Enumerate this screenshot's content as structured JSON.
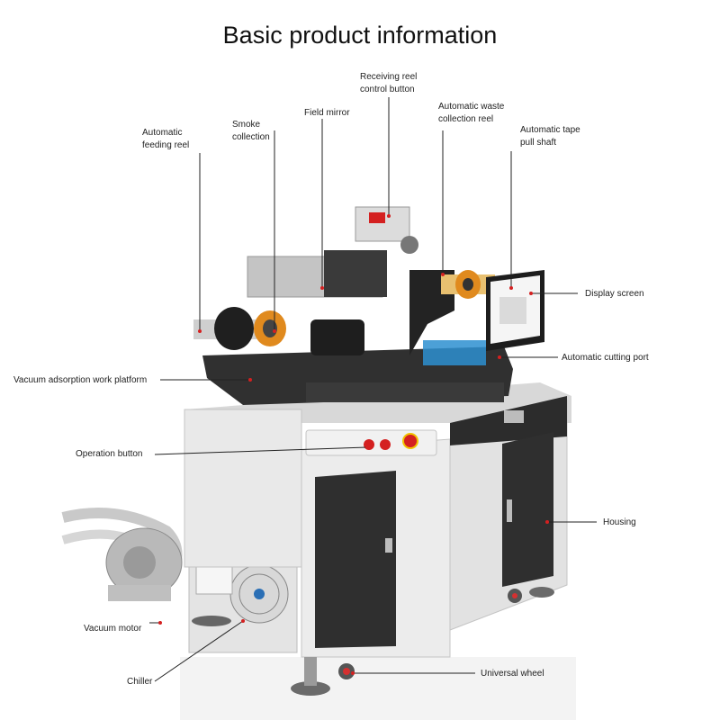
{
  "title": "Basic product information",
  "labels": {
    "receiving_reel_button": "Receiving reel\ncontrol button",
    "automatic_waste_reel": "Automatic waste\ncollection reel",
    "automatic_tape_pull": "Automatic tape\npull shaft",
    "automatic_feeding_reel": "Automatic\nfeeding reel",
    "smoke_collection": "Smoke\ncollection",
    "field_mirror": "Field mirror",
    "display_screen": "Display screen",
    "automatic_cutting_port": "Automatic cutting port",
    "vacuum_platform": "Vacuum adsorption work platform",
    "operation_button": "Operation button",
    "housing": "Housing",
    "vacuum_motor": "Vacuum motor",
    "chiller": "Chiller",
    "universal_wheel": "Universal wheel"
  },
  "colors": {
    "housing": "#e6e6e6",
    "dark_panel": "#2f2f2f",
    "pointer": "#222222",
    "amber_tape": "#e08a1e",
    "emergency_red": "#d42020"
  }
}
